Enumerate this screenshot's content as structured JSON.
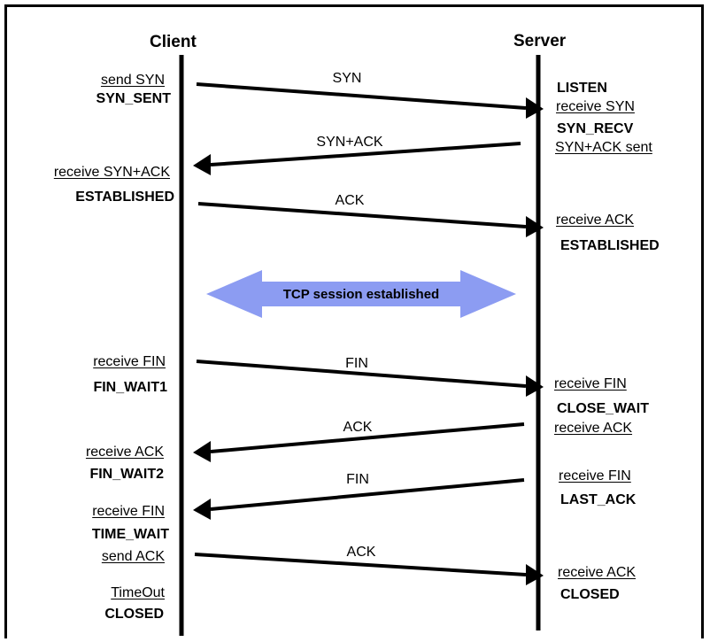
{
  "headers": {
    "client": "Client",
    "server": "Server"
  },
  "client_labels": {
    "send_syn": "send SYN",
    "syn_sent": "SYN_SENT",
    "receive_synack": "receive SYN+ACK",
    "established": "ESTABLISHED",
    "receive_fin_1": "receive FIN",
    "fin_wait1": "FIN_WAIT1",
    "receive_ack": "receive ACK",
    "fin_wait2": "FIN_WAIT2",
    "receive_fin_2": "receive FIN",
    "time_wait": "TIME_WAIT",
    "send_ack": "send ACK",
    "timeout": "TimeOut",
    "closed": "CLOSED"
  },
  "server_labels": {
    "listen": "LISTEN",
    "receive_syn": "receive SYN",
    "syn_recv": "SYN_RECV",
    "synack_sent": "SYN+ACK sent",
    "receive_ack_1": "receive ACK",
    "established": "ESTABLISHED",
    "receive_fin_1": "receive FIN",
    "close_wait": "CLOSE_WAIT",
    "receive_ack_2": "receive ACK",
    "receive_fin_2": "receive FIN",
    "last_ack": "LAST_ACK",
    "receive_ack_3": "receive ACK",
    "closed": "CLOSED"
  },
  "messages": {
    "syn": "SYN",
    "synack": "SYN+ACK",
    "ack1": "ACK",
    "fin1": "FIN",
    "ack2": "ACK",
    "fin2": "FIN",
    "ack3": "ACK"
  },
  "session": {
    "label": "TCP session established",
    "color": "#8c9cf2"
  }
}
